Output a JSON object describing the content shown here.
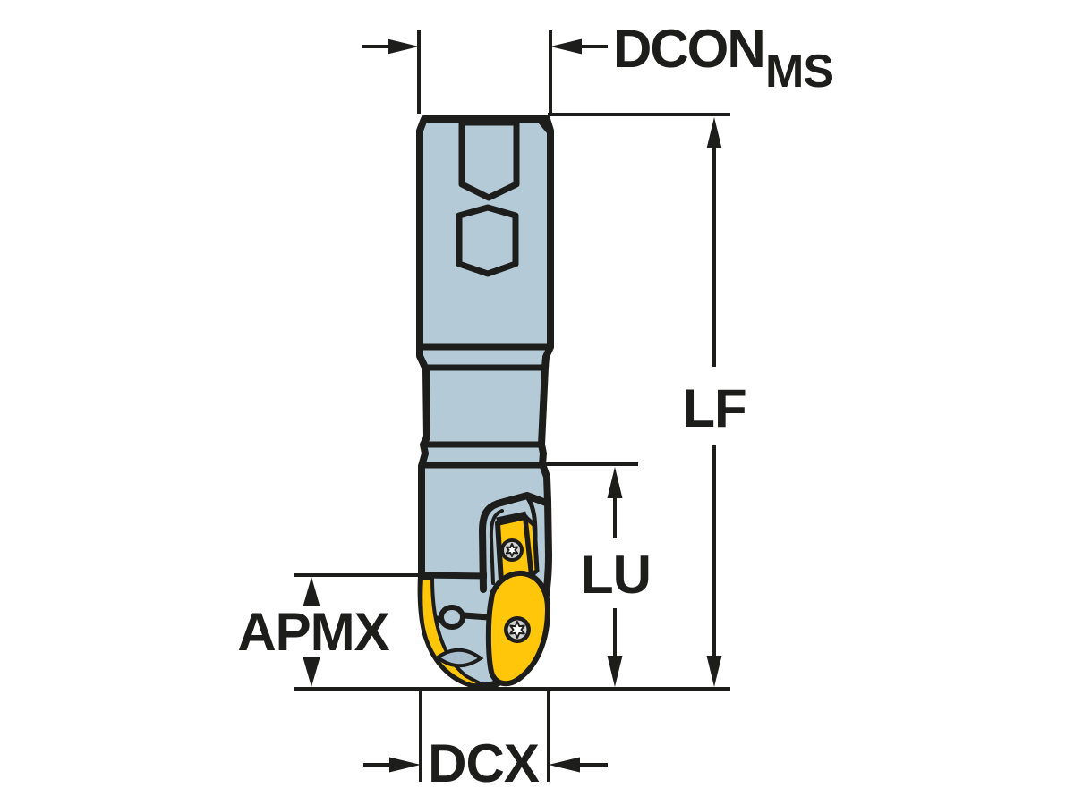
{
  "diagram": {
    "type": "technical dimension drawing",
    "subject": "ball nose indexable end mill, side view, with two yellow inserts and torx screws",
    "labels": {
      "dcon": "DCON",
      "dcon_sub": "MS",
      "lf": "LF",
      "lu": "LU",
      "apmx": "APMX",
      "dcx": "DCX"
    },
    "colors": {
      "line": "#1d1d1b",
      "body": "#b5cad7",
      "insert": "#ffc60a",
      "screw": "#d2d2d2",
      "shadow": "#a9becc",
      "background": "#ffffff"
    }
  }
}
